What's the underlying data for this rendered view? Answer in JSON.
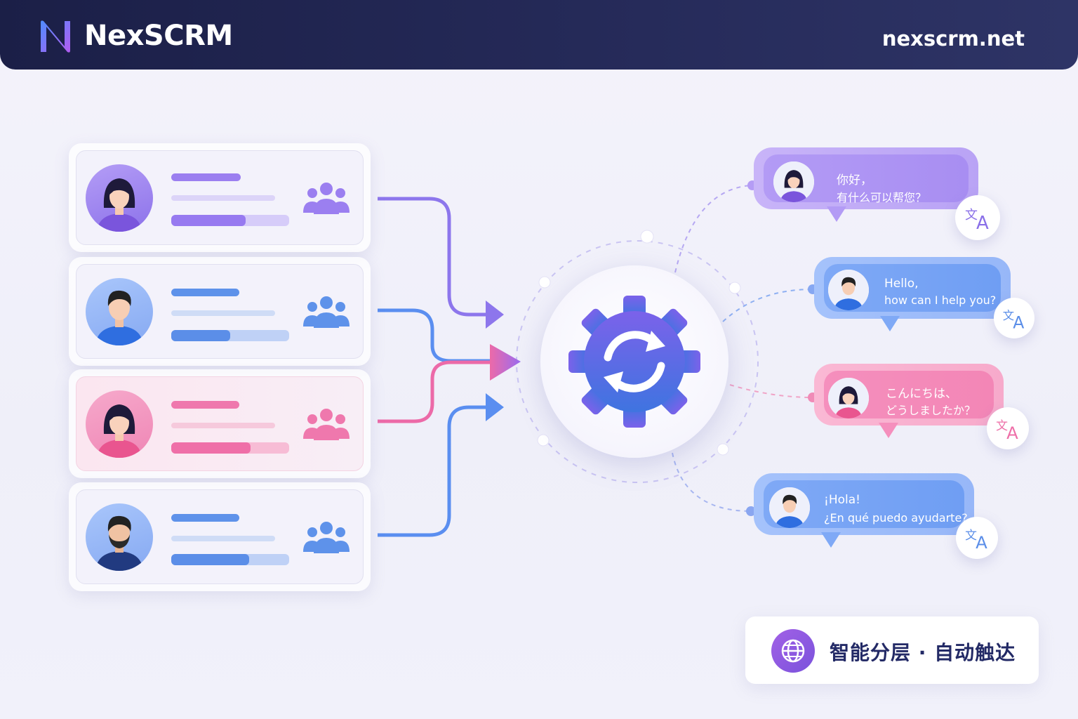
{
  "brand": {
    "name": "NexSCRM",
    "domain": "nexscrm.net"
  },
  "customer_cards": [
    {
      "theme": "purple",
      "avatar": "woman-avatar",
      "progress": 0.63,
      "accent": "#8f73ea"
    },
    {
      "theme": "blue",
      "avatar": "man-avatar",
      "progress": 0.5,
      "accent": "#5b8fe8"
    },
    {
      "theme": "pink",
      "avatar": "woman-avatar",
      "progress": 0.67,
      "accent": "#ee6fa8"
    },
    {
      "theme": "blue",
      "avatar": "bearded-man-avatar",
      "progress": 0.66,
      "accent": "#5b8fe8"
    }
  ],
  "hub": {
    "icon": "gear-sync-icon"
  },
  "messages": [
    {
      "line1": "你好，",
      "line2": "有什么可以帮您？",
      "theme": "purple"
    },
    {
      "line1": "Hello,",
      "line2": "how can I help you?",
      "theme": "blue"
    },
    {
      "line1": "こんにちは、",
      "line2": "どうしましたか？",
      "theme": "pink"
    },
    {
      "line1": "¡Hola!",
      "line2": "¿En qué puedo ayudarte?",
      "theme": "blue"
    }
  ],
  "translate_icon": "translate-icon",
  "feature_badge": {
    "text": "智能分层 · 自动触达",
    "icon": "globe-icon"
  },
  "colors": {
    "navy": "#1f2451",
    "purple": "#8f73ea",
    "blue": "#5b8fe8",
    "pink": "#ee6fa8"
  }
}
